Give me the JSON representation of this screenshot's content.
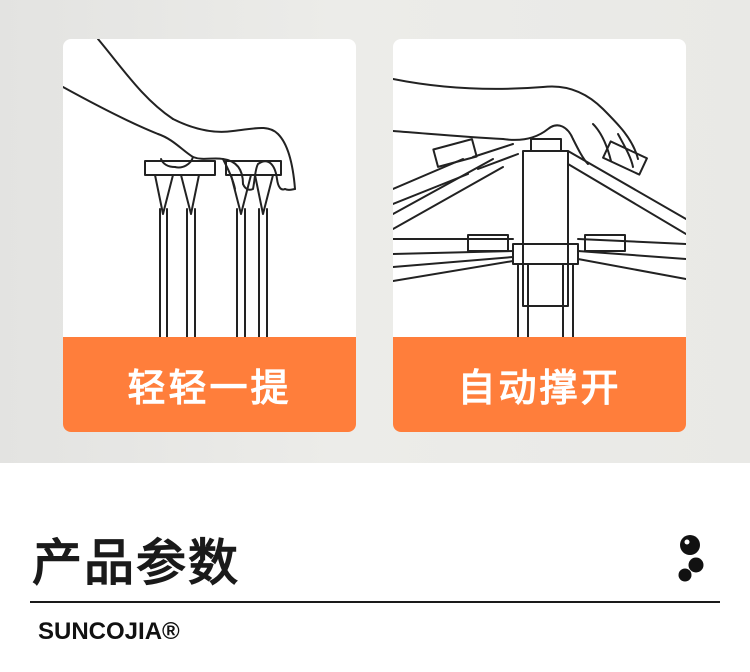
{
  "cards": [
    {
      "label": "轻轻一提",
      "illustration": "hand-lifting-frame"
    },
    {
      "label": "自动撑开",
      "illustration": "frame-auto-opening"
    }
  ],
  "section": {
    "title": "产品参数",
    "icon": "three-dots-icon"
  },
  "brand": "SUNCOJIA®",
  "colors": {
    "accent": "#ff7e3b",
    "background_band": "#e8e8e6",
    "text": "#1a1a1a"
  }
}
